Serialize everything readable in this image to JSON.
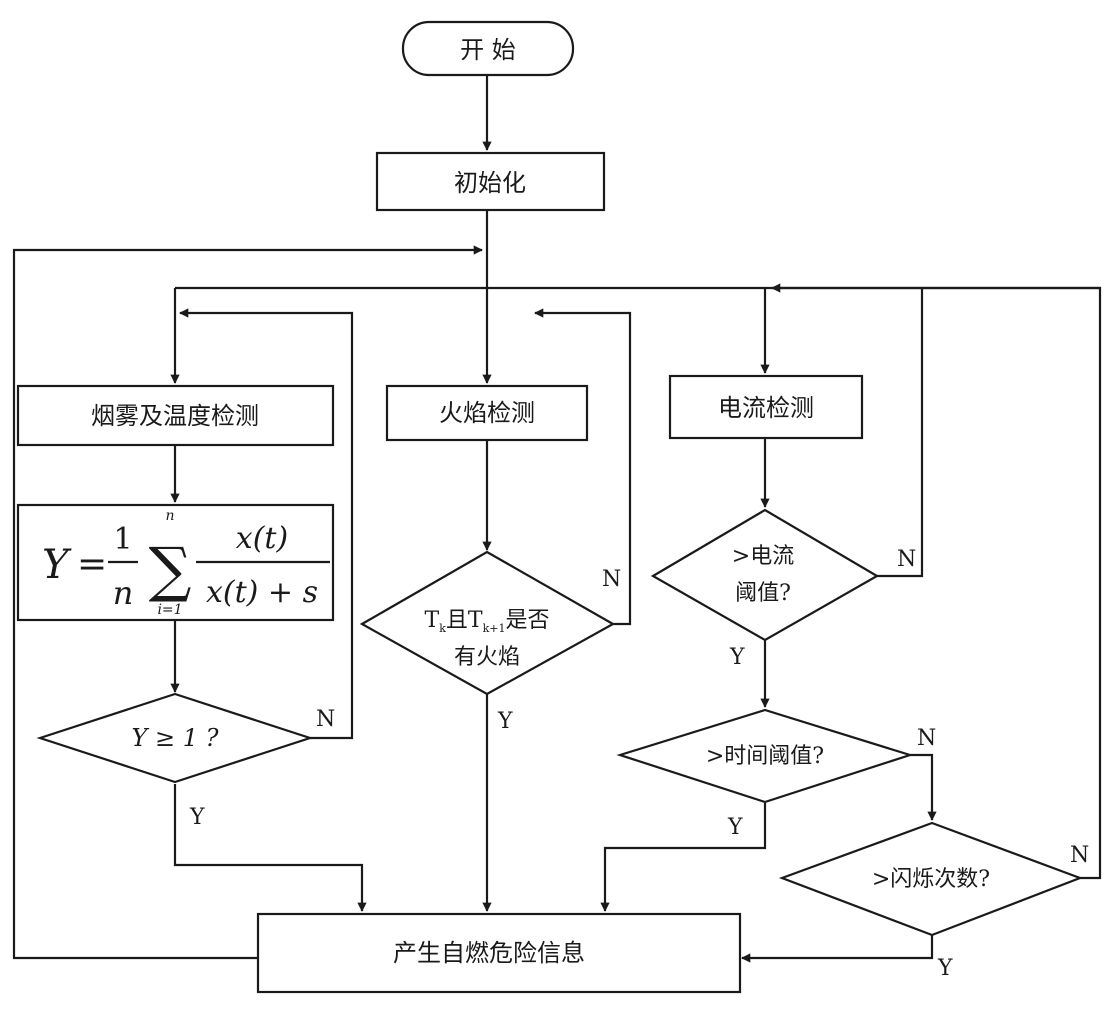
{
  "nodes": {
    "start": "开 始",
    "init": "初始化",
    "smoke": "烟雾及温度检测",
    "flame": "火焰检测",
    "current": "电流检测",
    "decision_y": "Y ≥ 1 ?",
    "decision_flame": {
      "line1": "T",
      "sub1": "k",
      "mid": "且T",
      "sub2": "k+1",
      "tail": "是否",
      "line2": "有火焰"
    },
    "decision_current": {
      "line1": ">电流",
      "line2": "阈值?"
    },
    "decision_time": ">时间阈值?",
    "decision_flicker": ">闪烁次数?",
    "result": "产生自燃危险信息"
  },
  "formula": {
    "lhs": "Y",
    "eq": "=",
    "one": "1",
    "n": "n",
    "sum": "∑",
    "upper": "n",
    "lower": "i=1",
    "num": "x(t)",
    "den": "x(t) + s"
  },
  "labels": {
    "yes": "Y",
    "no": "N"
  }
}
